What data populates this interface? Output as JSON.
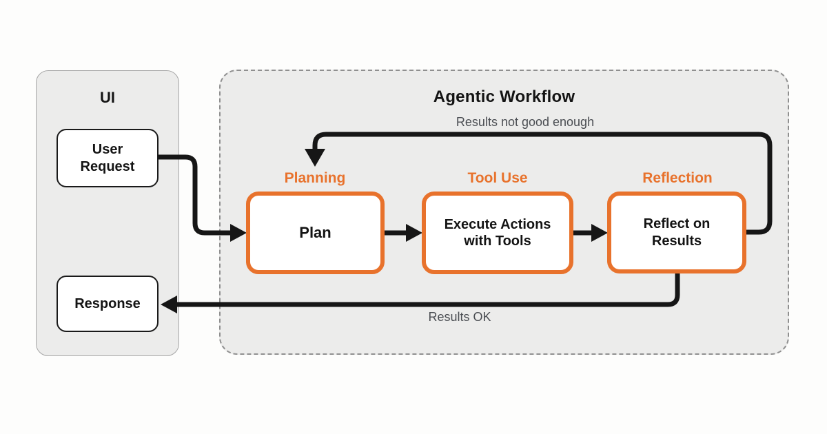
{
  "page": {
    "background": "#FDFDFC",
    "type": "flowchart-diagram"
  },
  "colors": {
    "accent_orange": "#E8722C",
    "arrow_black": "#161616",
    "panel_gray": "#ECECEB",
    "annotation_gray": "#4B4E53"
  },
  "ui_panel": {
    "title": "UI",
    "nodes": [
      {
        "label": "User Request"
      },
      {
        "label": "Response"
      }
    ]
  },
  "workflow_panel": {
    "title": "Agentic Workflow",
    "stages": [
      {
        "label": "Planning",
        "node_label": "Plan"
      },
      {
        "label": "Tool Use",
        "node_label": "Execute Actions with Tools"
      },
      {
        "label": "Reflection",
        "node_label": "Reflect on Results"
      }
    ],
    "edges": [
      {
        "from": "User Request",
        "to": "Plan",
        "label": ""
      },
      {
        "from": "Plan",
        "to": "Execute Actions with Tools",
        "label": ""
      },
      {
        "from": "Execute Actions with Tools",
        "to": "Reflect on Results",
        "label": ""
      },
      {
        "from": "Reflect on Results",
        "to": "Plan",
        "label": "Results not good enough"
      },
      {
        "from": "Reflect on Results",
        "to": "Response",
        "label": "Results OK"
      }
    ]
  }
}
